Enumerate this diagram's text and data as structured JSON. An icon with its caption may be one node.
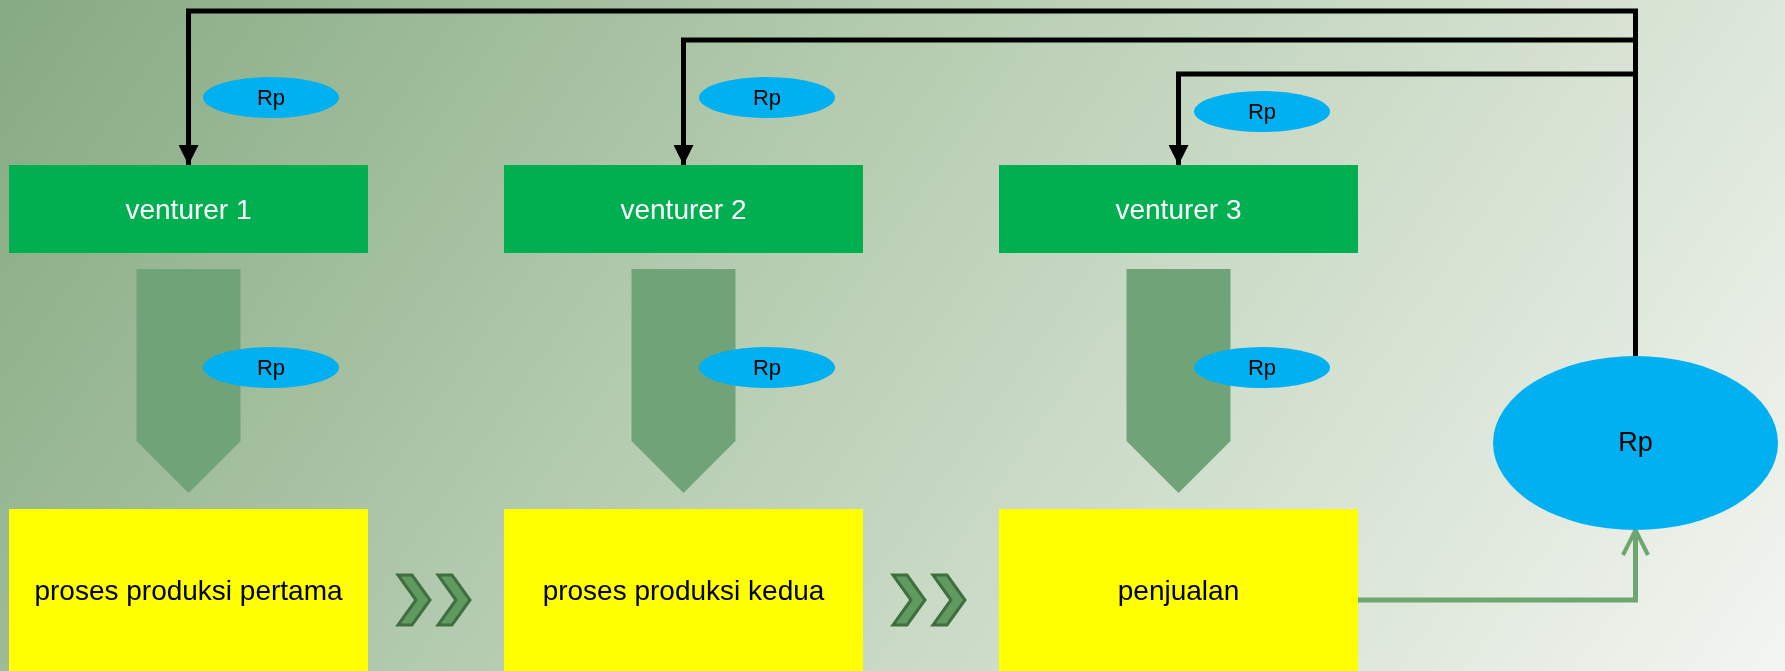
{
  "diagram": {
    "nodes": [
      {
        "text": [
          "Rp"
        ]
      },
      {
        "text": [
          "Rp"
        ]
      },
      {
        "text": [
          "Rp"
        ]
      },
      {
        "text": [
          "venturer 1"
        ]
      },
      {
        "text": [
          "venturer 2"
        ]
      },
      {
        "text": [
          "venturer 3"
        ]
      },
      {
        "text": [
          "Rp"
        ]
      },
      {
        "text": [
          "Rp"
        ]
      },
      {
        "text": [
          "Rp"
        ]
      },
      {
        "text": [
          "Rp"
        ]
      },
      {
        "text": [
          "proses produksi pertama"
        ]
      },
      {
        "text": [
          "proses produksi kedua"
        ]
      },
      {
        "text": [
          "penjualan"
        ]
      }
    ],
    "edges": [
      {
        "from": 9,
        "to": 3,
        "arrow": "to",
        "color": "#000000"
      },
      {
        "from": 9,
        "to": 4,
        "arrow": "to",
        "color": "#000000"
      },
      {
        "from": 9,
        "to": 5,
        "arrow": "to",
        "color": "#000000"
      },
      {
        "from": 3,
        "to": 10,
        "arrow": "to",
        "style": "thick",
        "color": "#70a478"
      },
      {
        "from": 4,
        "to": 11,
        "arrow": "to",
        "style": "thick",
        "color": "#70a478"
      },
      {
        "from": 5,
        "to": 12,
        "arrow": "to",
        "style": "thick",
        "color": "#70a478"
      },
      {
        "from": 10,
        "to": 11,
        "arrow": "to",
        "color": "#5f9a5f"
      },
      {
        "from": 11,
        "to": 12,
        "arrow": "to",
        "color": "#5f9a5f"
      },
      {
        "from": 12,
        "to": 9,
        "arrow": "to",
        "color": "#6fa66f"
      }
    ]
  }
}
